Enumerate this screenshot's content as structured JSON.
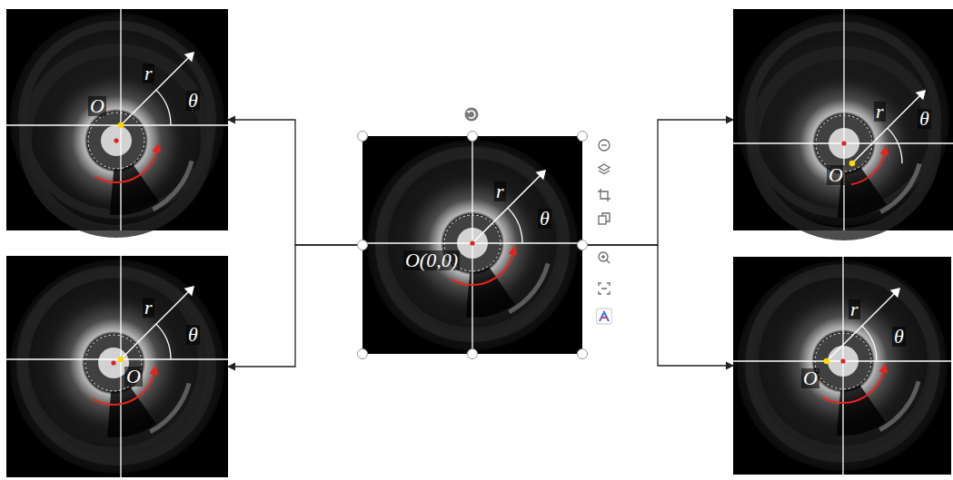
{
  "diagram": {
    "nodes": [
      {
        "text": [
          "r",
          "θ",
          "O"
        ]
      },
      {
        "text": [
          "r",
          "θ",
          "O"
        ]
      },
      {
        "text": [
          "r",
          "θ",
          "O(0,0)"
        ]
      },
      {
        "text": [
          "r",
          "θ",
          "O"
        ]
      },
      {
        "text": [
          "r",
          "θ",
          "O"
        ]
      }
    ],
    "edges": [
      {
        "from": 2,
        "to": 0,
        "arrow": "to"
      },
      {
        "from": 2,
        "to": 1,
        "arrow": "to"
      },
      {
        "from": 2,
        "to": 3,
        "arrow": "to"
      },
      {
        "from": 2,
        "to": 4,
        "arrow": "to"
      }
    ]
  }
}
